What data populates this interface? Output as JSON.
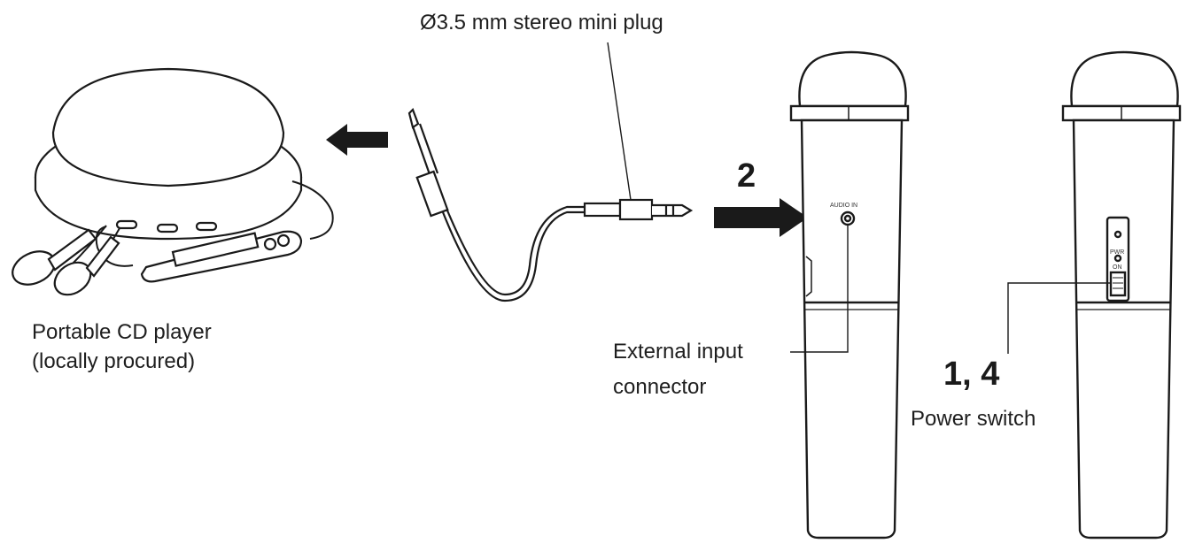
{
  "labels": {
    "plug": "Ø3.5 mm stereo mini plug",
    "cd_player_line1": "Portable CD player",
    "cd_player_line2": "(locally procured)",
    "ext_input_line1": "External input",
    "ext_input_line2": "connector",
    "power_switch": "Power switch"
  },
  "steps": {
    "insert": "2",
    "power": "1, 4"
  },
  "mic_markings": {
    "audio_in": "AUDIO IN",
    "pwr": "PWR",
    "on": "ON"
  },
  "colors": {
    "line": "#1a1a1a",
    "fill": "#ffffff"
  }
}
